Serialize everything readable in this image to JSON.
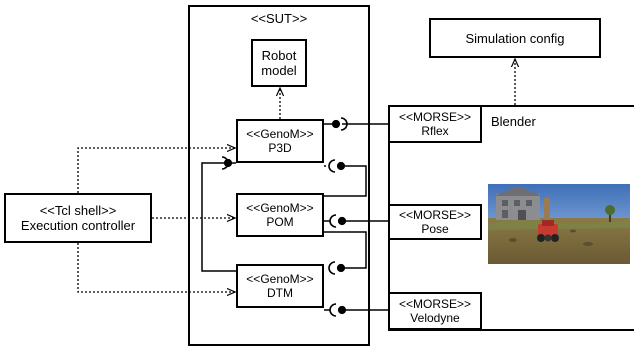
{
  "sut": {
    "title": "<<SUT>>"
  },
  "robot_model": {
    "line1": "Robot",
    "line2": "model"
  },
  "sim_config": {
    "label": "Simulation config"
  },
  "blender": {
    "label": "Blender"
  },
  "tcl": {
    "stereo": "<<Tcl shell>>",
    "name": "Execution controller"
  },
  "genom": [
    {
      "stereo": "<<GenoM>>",
      "name": "P3D"
    },
    {
      "stereo": "<<GenoM>>",
      "name": "POM"
    },
    {
      "stereo": "<<GenoM>>",
      "name": "DTM"
    }
  ],
  "morse": [
    {
      "stereo": "<<MORSE>>",
      "name": "Rflex"
    },
    {
      "stereo": "<<MORSE>>",
      "name": "Pose"
    },
    {
      "stereo": "<<MORSE>>",
      "name": "Velodyne"
    }
  ]
}
